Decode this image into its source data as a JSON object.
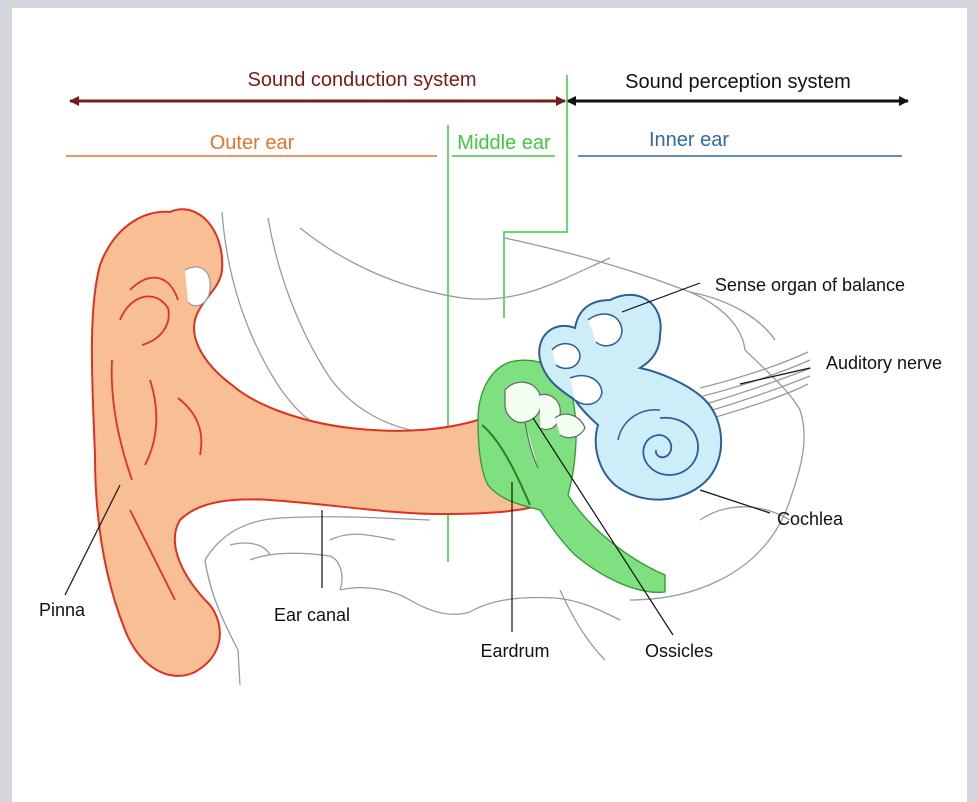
{
  "diagram": {
    "systems": {
      "conduction": "Sound conduction system",
      "perception": "Sound perception system"
    },
    "regions": {
      "outer": "Outer ear",
      "middle": "Middle ear",
      "inner": "Inner ear"
    },
    "labels": {
      "pinna": "Pinna",
      "ear_canal": "Ear canal",
      "eardrum": "Eardrum",
      "ossicles": "Ossicles",
      "cochlea": "Cochlea",
      "auditory_nerve": "Auditory nerve",
      "balance": "Sense organ of balance"
    },
    "colors": {
      "conduction": "#7a1a1a",
      "perception": "#111111",
      "outer": "#e0752a",
      "middle": "#3ec83e",
      "inner": "#2f6aa6",
      "outer_fill": "#f9bf94",
      "outer_stroke": "#e03020",
      "middle_fill": "#7fe07f",
      "inner_fill": "#cdeef9",
      "inner_stroke": "#2b5f99",
      "tissue": "#9a9a9a"
    }
  }
}
